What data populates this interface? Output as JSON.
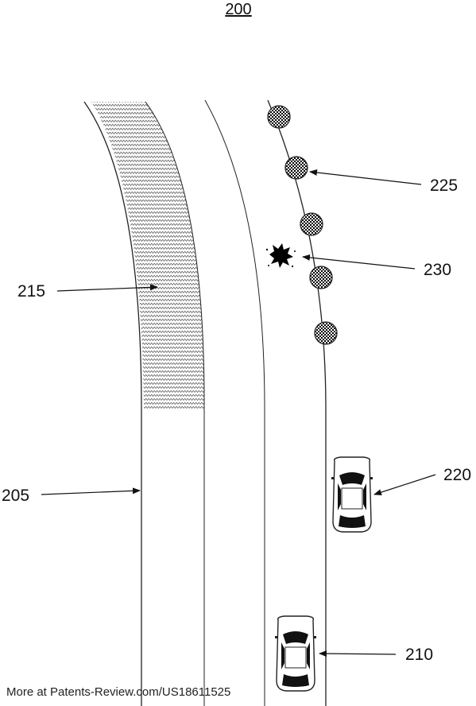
{
  "figure": {
    "number": "200",
    "labels": {
      "road": "205",
      "ego_vehicle": "210",
      "marked_area": "215",
      "other_vehicle": "220",
      "markers": "225",
      "debris": "230"
    }
  },
  "footer": {
    "text": "More at Patents-Review.com/US18611525"
  },
  "colors": {
    "line": "#222222",
    "hatch": "#555555",
    "car_body": "#ffffff",
    "car_glass": "#111111"
  },
  "icons": {
    "marker": "checkered-cone-icon",
    "debris": "debris-splat-icon",
    "vehicle": "car-topview-icon"
  }
}
